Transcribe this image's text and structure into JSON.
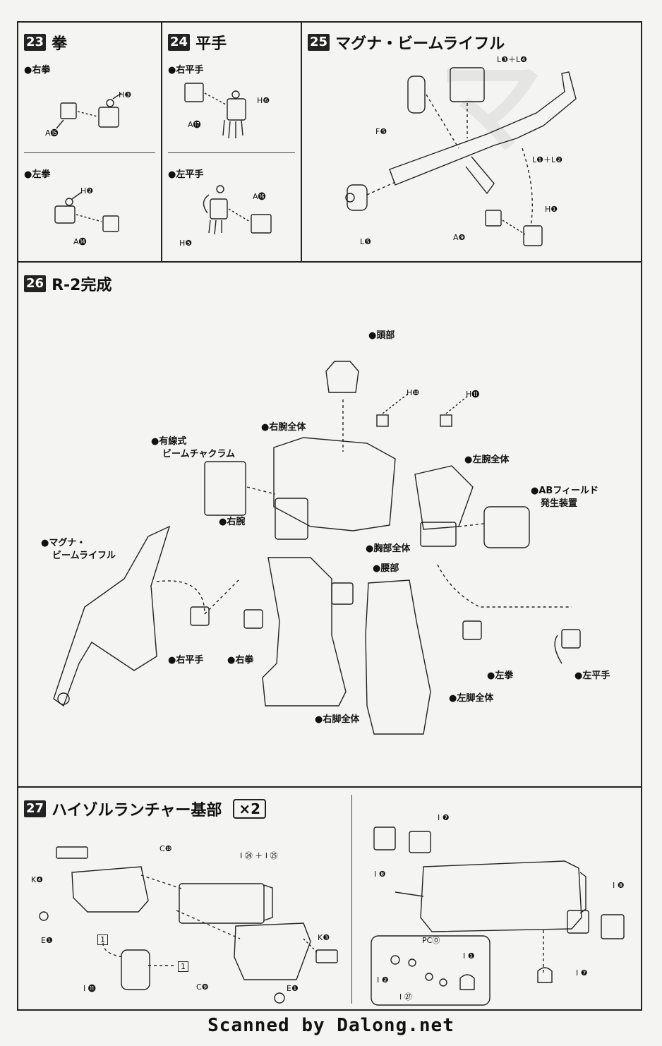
{
  "step23": {
    "num": "23",
    "title": "拳",
    "right": "●右拳",
    "left": "●左拳",
    "parts": {
      "h3": "H❸",
      "a15": "A⓯",
      "h2": "H❷",
      "a14": "A⓮"
    }
  },
  "step24": {
    "num": "24",
    "title": "平手",
    "right": "●右平手",
    "left": "●左平手",
    "parts": {
      "h6": "H❻",
      "a17": "A⓱",
      "a16": "A⓰",
      "h5": "H❺"
    }
  },
  "step25": {
    "num": "25",
    "title": "マグナ・ビームライフル",
    "parts": {
      "l34": "L❸＋L❹",
      "f5": "F❺",
      "l12": "L❶＋L❷",
      "h1": "H❶",
      "a9": "A❾",
      "l5": "L❺"
    }
  },
  "step26": {
    "num": "26",
    "title": "R-2完成",
    "labels": {
      "head": "●頭部",
      "h10": "H❿",
      "h11": "H⓫",
      "right_arm_all": "●右腕全体",
      "chakram_1": "●有線式",
      "chakram_2": "ビームチャクラム",
      "left_arm_all": "●左腕全体",
      "ab_1": "●ABフィールド",
      "ab_2": "発生装置",
      "rifle_1": "●マグナ・",
      "rifle_2": "ビームライフル",
      "right_arm": "●右腕",
      "chest_all": "●胸部全体",
      "waist": "●腰部",
      "right_open": "●右平手",
      "right_fist": "●右拳",
      "left_fist": "●左拳",
      "left_open": "●左平手",
      "left_leg_all": "●左脚全体",
      "right_leg_all": "●右脚全体"
    }
  },
  "step27": {
    "num": "27",
    "title": "ハイゾルランチャー基部",
    "multiplier": "×2",
    "parts": {
      "c10": "C❿",
      "i24_25": "I ㉔ ＋ I ㉕",
      "k4": "K❹",
      "e1a": "E❶",
      "box1a": "1",
      "box1b": "1",
      "i11": "I ⓫",
      "c9": "C❾",
      "k3": "K❸",
      "e1b": "E❶",
      "i7a": "I ❼",
      "i8a": "I ❽",
      "i8b": "I ❽",
      "i7b": "I ❼",
      "pc0": "PC⓪",
      "i1": "I ❶",
      "i2": "I ❷",
      "i27": "I ㉗"
    }
  },
  "footer": "Scanned by Dalong.net"
}
